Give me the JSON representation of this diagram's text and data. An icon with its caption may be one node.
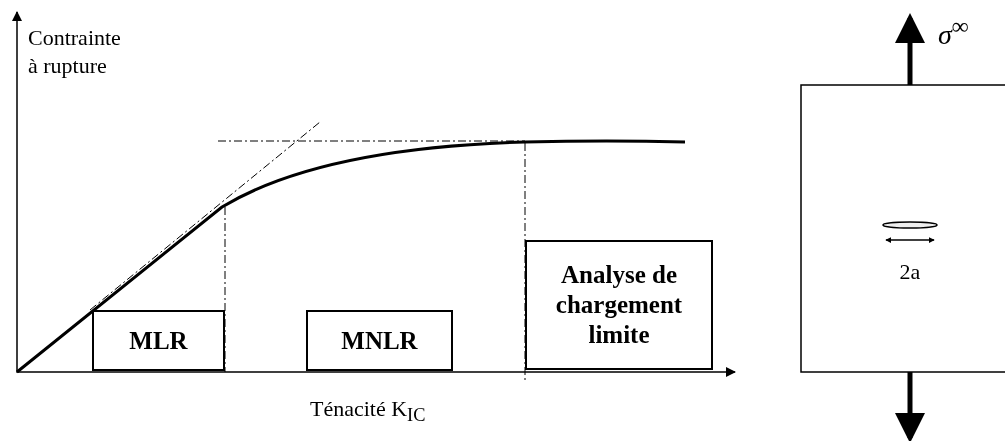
{
  "diagram": {
    "nodes": [
      {
        "text": [
          "MLR"
        ]
      },
      {
        "text": [
          "MNLR"
        ]
      },
      {
        "text": [
          "Analyse de chargement limite"
        ]
      }
    ],
    "labels": [
      "Contrainte à rupture",
      "Ténacité K$_{IC}$",
      "σ$^{∞}$",
      "2a"
    ]
  }
}
